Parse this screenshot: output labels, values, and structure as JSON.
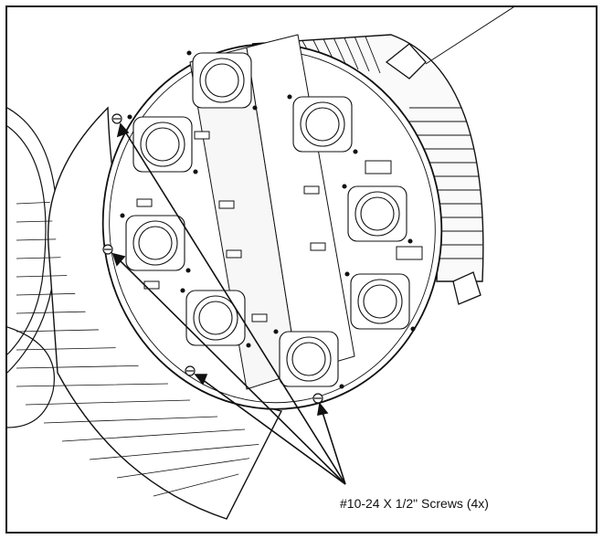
{
  "figure": {
    "callout_label": "#10-24 X 1/2\" Screws (4x)",
    "module_count": 8,
    "screw_count": 4,
    "colors": {
      "line": "#111111",
      "background": "#ffffff",
      "fill_light": "#f2f2f2"
    }
  }
}
